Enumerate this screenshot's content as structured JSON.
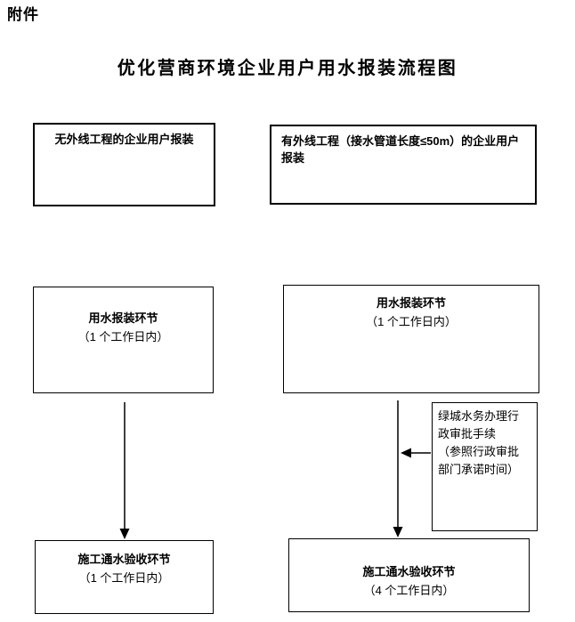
{
  "page": {
    "attachment_label": "附件",
    "title": "优化营商环境企业用户用水报装流程图",
    "colors": {
      "line": "#000000",
      "background": "#ffffff",
      "text": "#000000"
    }
  },
  "left_flow": {
    "start": {
      "label": "无外线工程的企业用户报装"
    },
    "apply_step": {
      "title": "用水报装环节",
      "duration": "（1 个工作日内）"
    },
    "acceptance_step": {
      "title": "施工通水验收环节",
      "duration": "（1 个工作日内）"
    }
  },
  "right_flow": {
    "start": {
      "line1": "有外线工程（接水管道长度≤50m）的企业用户",
      "line2": "报装"
    },
    "apply_step": {
      "title": "用水报装环节",
      "duration": "（1 个工作日内）"
    },
    "side_note": {
      "lines": [
        "绿城水务办理行",
        "政审批手续",
        "（参照行政审批",
        "部门承诺时间）"
      ]
    },
    "acceptance_step": {
      "title": "施工通水验收环节",
      "duration": "（4 个工作日内）"
    }
  }
}
